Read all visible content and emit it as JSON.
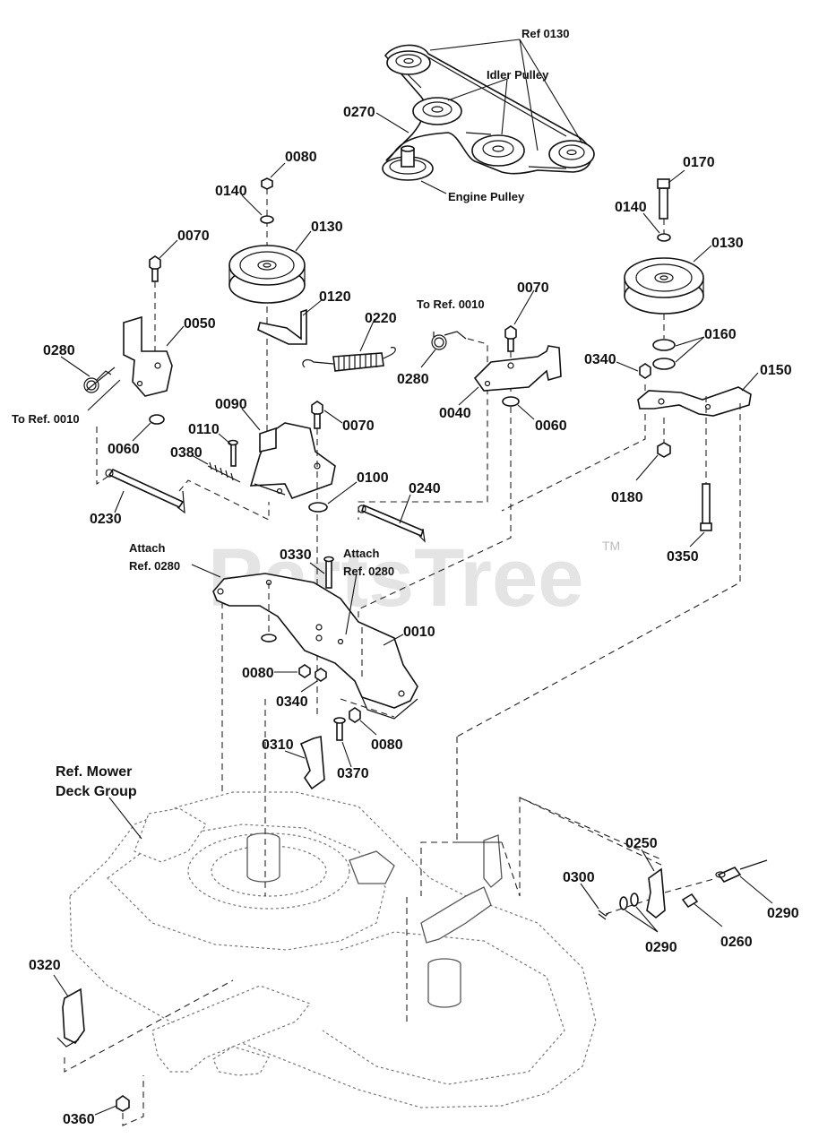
{
  "watermark": {
    "text": "PartsTree",
    "trademark": "TM"
  },
  "callouts": {
    "ref0130": "Ref 0130",
    "idler_pulley": "Idler Pulley",
    "engine_pulley": "Engine Pulley",
    "p0270": "0270",
    "p0080_top": "0080",
    "p0140_left": "0140",
    "p0130_left": "0130",
    "p0070_left": "0070",
    "p0120": "0120",
    "p0050": "0050",
    "p0280_left": "0280",
    "to_ref_0010_left": "To Ref. 0010",
    "p0060_left": "0060",
    "p0090": "0090",
    "p0110": "0110",
    "p0380": "0380",
    "p0220": "0220",
    "p0070_mid": "0070",
    "to_ref_0010_right": "To Ref. 0010",
    "p0070_right": "0070",
    "p0280_right": "0280",
    "p0040": "0040",
    "p0060_right": "0060",
    "p0230": "0230",
    "p0100": "0100",
    "p0240": "0240",
    "p0170": "0170",
    "p0140_right": "0140",
    "p0130_right": "0130",
    "p0160": "0160",
    "p0340_right": "0340",
    "p0150": "0150",
    "p0180": "0180",
    "p0350": "0350",
    "attach_left_1": "Attach",
    "attach_left_2": "Ref. 0280",
    "attach_right_1": "Attach",
    "attach_right_2": "Ref. 0280",
    "p0330": "0330",
    "p0010": "0010",
    "p0080_mid": "0080",
    "p0340_mid": "0340",
    "p0080_low": "0080",
    "p0310": "0310",
    "p0370": "0370",
    "ref_mower_1": "Ref. Mower",
    "ref_mower_2": "Deck Group",
    "p0250": "0250",
    "p0300": "0300",
    "p0290_right": "0290",
    "p0290_low": "0290",
    "p0260": "0260",
    "p0320": "0320",
    "p0360": "0360"
  }
}
